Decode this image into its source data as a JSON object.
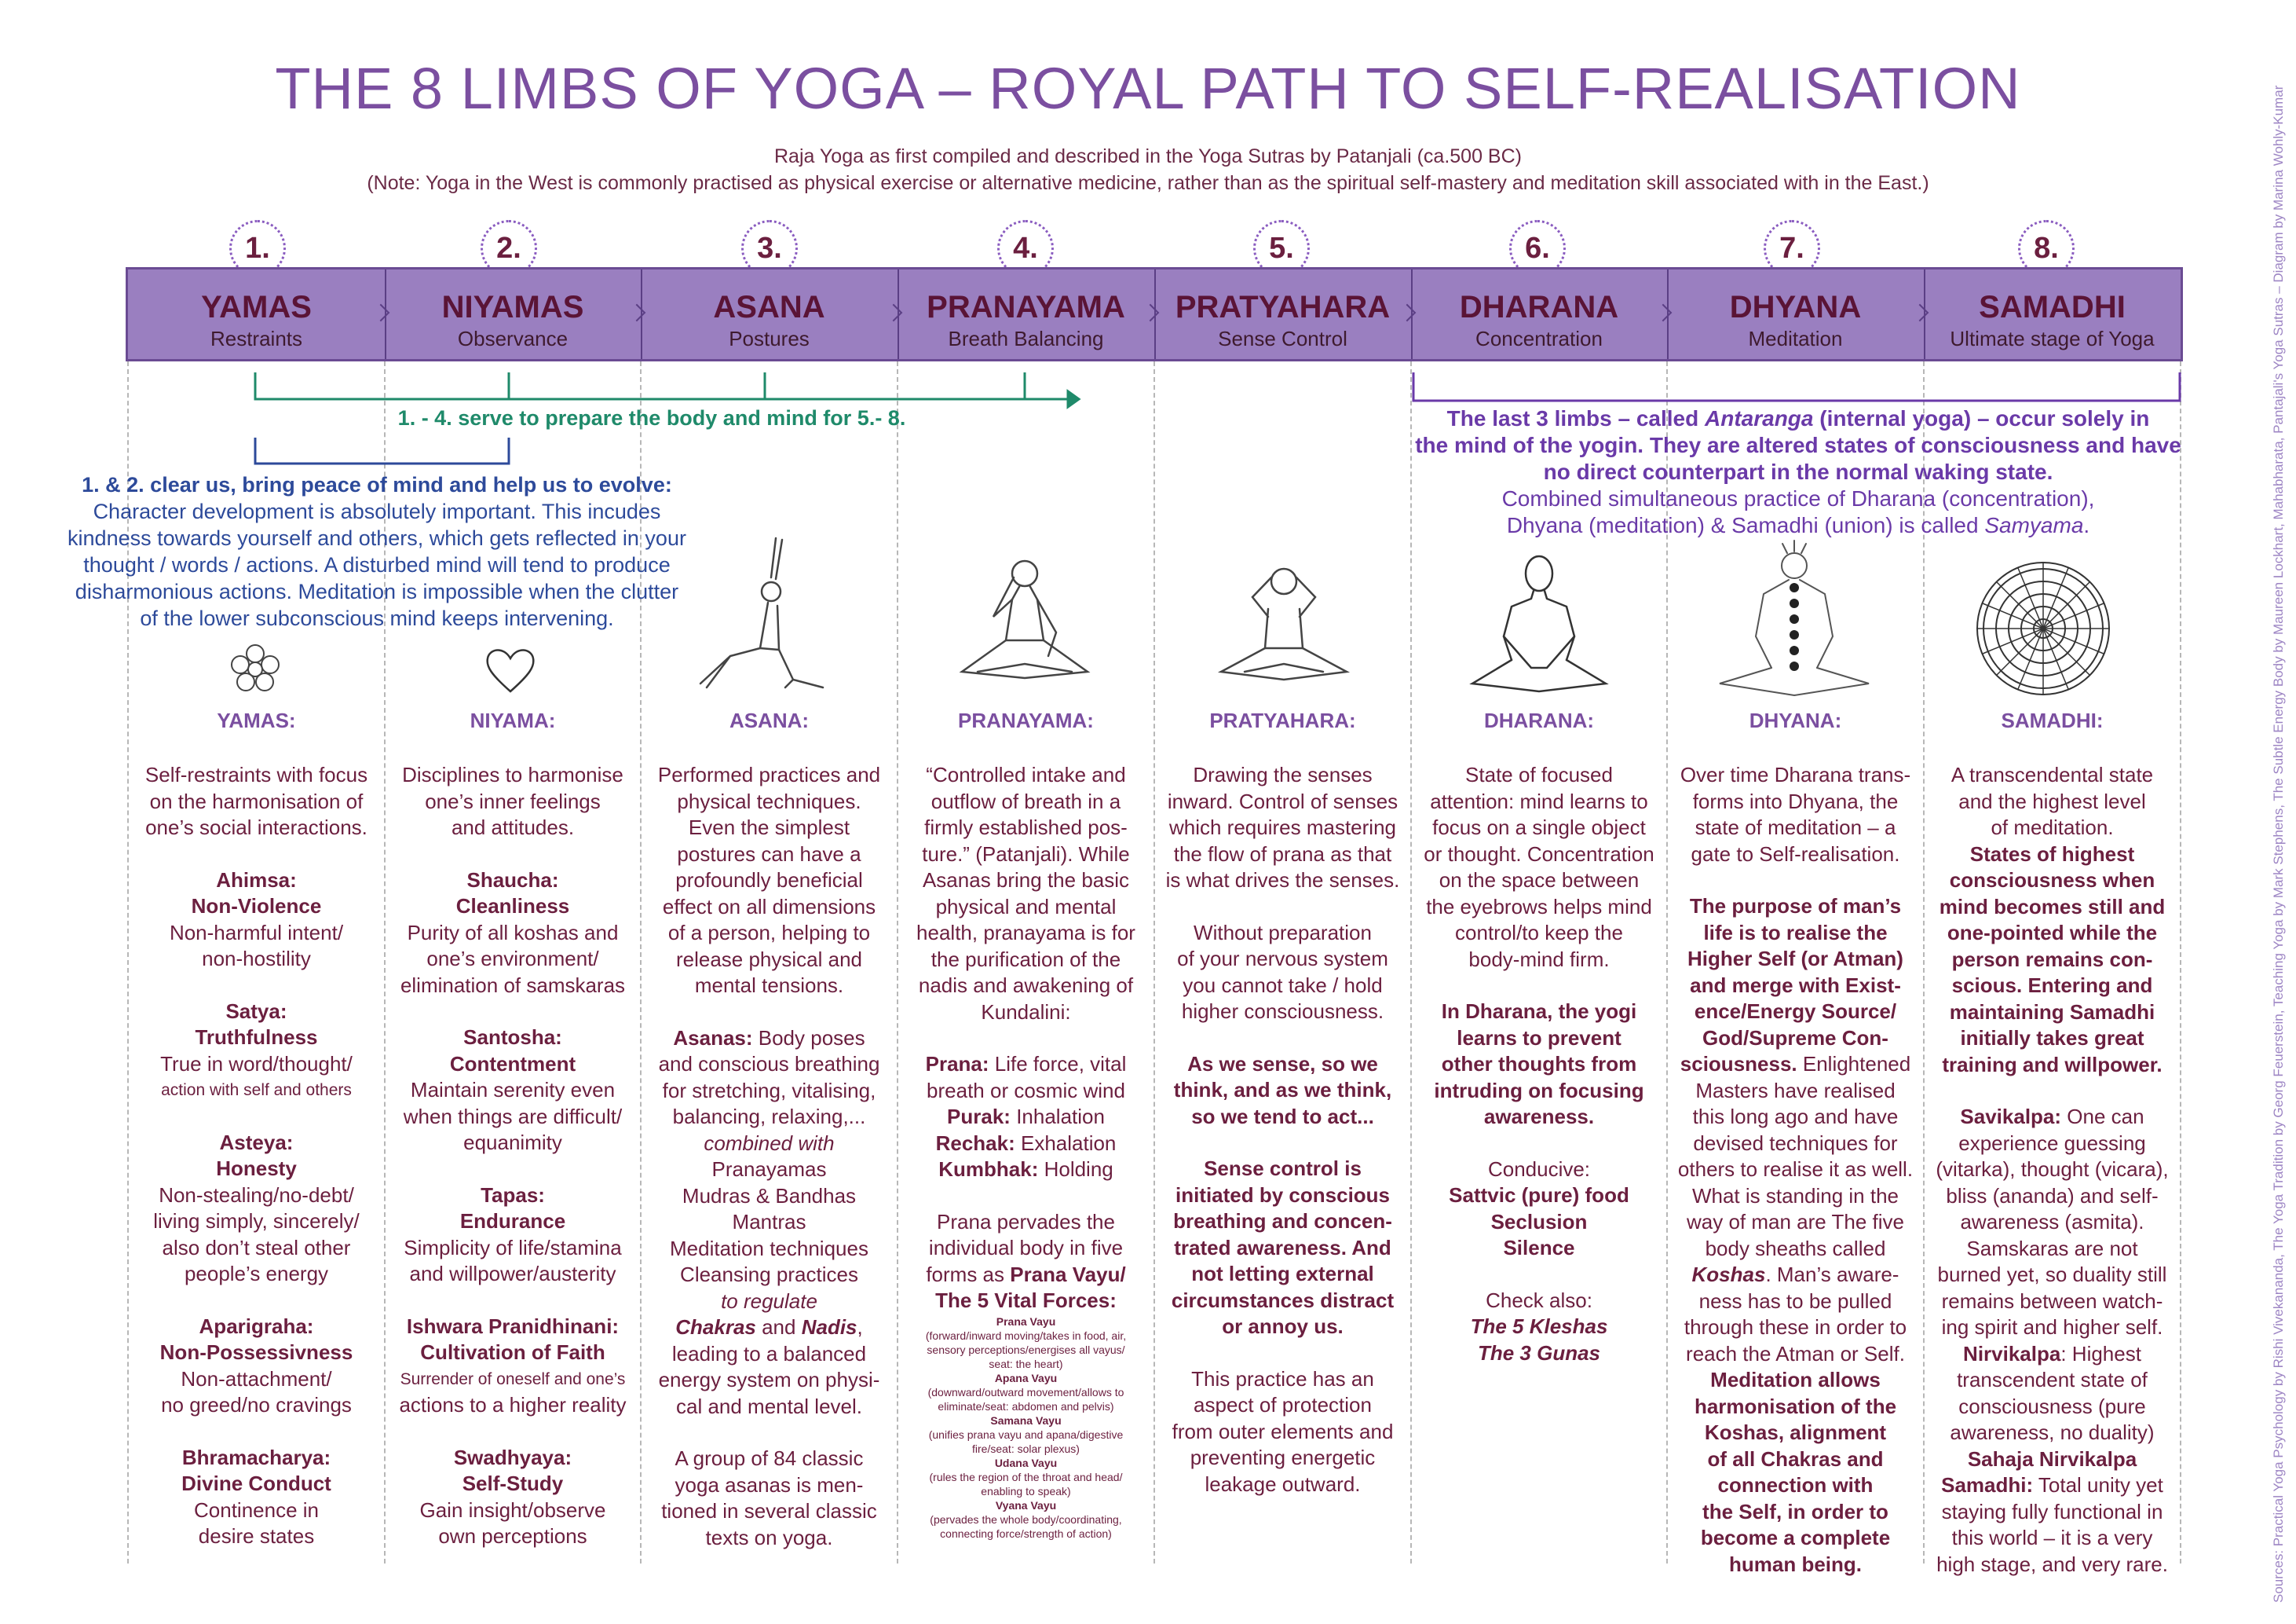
{
  "title": "THE 8 LIMBS OF YOGA – ROYAL PATH TO SELF-REALISATION",
  "subtitle_line1": "Raja Yoga as first compiled and described in the Yoga Sutras by Patanjali (ca.500 BC)",
  "subtitle_line2": "(Note: Yoga in the West is commonly practised as physical exercise or alternative medicine, rather than as the spiritual self-mastery and meditation skill associated with in the East.)",
  "colors": {
    "title": "#7b4fa0",
    "bar": "#9a7fc0",
    "bar_border": "#6a4b93",
    "text": "#6b1f3f",
    "blue_note": "#2d4a9a",
    "green_note": "#1f8a6a",
    "purple_note": "#6a3aa8"
  },
  "limbs": [
    {
      "num": "1.",
      "name": "YAMAS",
      "sub": "Restraints",
      "head": "YAMAS:",
      "icon": "flower-icon"
    },
    {
      "num": "2.",
      "name": "NIYAMAS",
      "sub": "Observance",
      "head": "NIYAMA:",
      "icon": "heart-icon"
    },
    {
      "num": "3.",
      "name": "ASANA",
      "sub": "Postures",
      "head": "ASANA:",
      "icon": "lunge-pose-icon"
    },
    {
      "num": "4.",
      "name": "PRANAYAMA",
      "sub": "Breath Balancing",
      "head": "PRANAYAMA:",
      "icon": "breathing-pose-icon"
    },
    {
      "num": "5.",
      "name": "PRATYAHARA",
      "sub": "Sense Control",
      "head": "PRATYAHARA:",
      "icon": "sense-withdrawal-pose-icon"
    },
    {
      "num": "6.",
      "name": "DHARANA",
      "sub": "Concentration",
      "head": "DHARANA:",
      "icon": "seated-meditator-icon"
    },
    {
      "num": "7.",
      "name": "DHYANA",
      "sub": "Meditation",
      "head": "DHYANA:",
      "icon": "chakra-meditator-icon"
    },
    {
      "num": "8.",
      "name": "SAMADHI",
      "sub": "Ultimate stage of Yoga",
      "head": "SAMADHI:",
      "icon": "mandala-icon"
    }
  ],
  "prep_note": "1. - 4. serve to prepare the body and mind for 5.- 8.",
  "note12": {
    "bold": "1. & 2. clear us, bring peace of mind and help us to evolve:",
    "lines": [
      "Character development is absolutely important. This incudes",
      "kindness towards yourself and others, which gets reflected in your",
      "thought / words / actions. A disturbed mind will tend to produce",
      "disharmonious actions. Meditation is impossible when the clutter",
      "of the lower subconscious mind keeps intervening."
    ]
  },
  "note678": {
    "l1a": "The last 3 limbs – called ",
    "l1i": "Antaranga",
    "l1b": " (internal yoga) – occur solely in",
    "l2": "the mind of the yogin. They are altered states of consciousness and have",
    "l3": "no direct counterpart in the normal waking state.",
    "l4": "Combined simultaneous practice of Dharana (concentration),",
    "l5a": "Dhyana (meditation) & Samadhi (union) is called ",
    "l5i": "Samyama",
    "l5b": "."
  },
  "yamas": {
    "intro": [
      "Self-restraints with focus",
      "on the harmonisation of",
      "one’s social interactions."
    ],
    "items": [
      {
        "t1": "Ahimsa:",
        "t2": "Non-Violence",
        "d": [
          "Non-harmful intent/",
          "non-hostility"
        ]
      },
      {
        "t1": "Satya:",
        "t2": "Truthfulness",
        "d": [
          "True in word/thought/"
        ],
        "dsm": "action with self and others"
      },
      {
        "t1": "Asteya:",
        "t2": "Honesty",
        "d": [
          "Non-stealing/no-debt/",
          "living simply, sincerely/",
          "also don’t steal other",
          "people’s energy"
        ]
      },
      {
        "t1": "Aparigraha:",
        "t2": "Non-Possessivness",
        "d": [
          "Non-attachment/",
          "no greed/no cravings"
        ]
      },
      {
        "t1": "Bhramacharya:",
        "t2": "Divine Conduct",
        "d": [
          "Continence in",
          "desire states"
        ]
      }
    ]
  },
  "niyamas": {
    "intro": [
      "Disciplines to harmonise",
      "one’s inner feelings",
      "and attitudes."
    ],
    "items": [
      {
        "t1": "Shaucha:",
        "t2": "Cleanliness",
        "d": [
          "Purity of all koshas and",
          "one’s environment/",
          "elimination of samskaras"
        ]
      },
      {
        "t1": "Santosha:",
        "t2": "Contentment",
        "d": [
          "Maintain serenity even",
          "when things are difficult/",
          "equanimity"
        ]
      },
      {
        "t1": "Tapas:",
        "t2": "Endurance",
        "d": [
          "Simplicity of life/stamina",
          "and willpower/austerity"
        ]
      },
      {
        "t1": "Ishwara Pranidhinani:",
        "t2": "Cultivation of Faith",
        "dsm1": "Surrender of oneself and one’s",
        "d": [
          "actions to a higher reality"
        ]
      },
      {
        "t1": "Swadhyaya:",
        "t2": "Self-Study",
        "d": [
          "Gain insight/observe",
          "own perceptions"
        ]
      }
    ]
  },
  "asana": {
    "intro": [
      "Performed practices and",
      "physical techniques.",
      "Even the simplest",
      "postures can have a",
      "profoundly beneficial",
      "effect on all dimensions",
      "of a person, helping to",
      "release physical and",
      "mental tensions."
    ],
    "asanas_label": "Asanas:",
    "asanas_rest": " Body poses",
    "lines2": [
      "and conscious breathing",
      "for stretching, vitalising,",
      "balancing, relaxing,..."
    ],
    "combined": "combined with",
    "list": [
      "Pranayamas",
      "Mudras & Bandhas",
      "Mantras",
      "Meditation techniques",
      "Cleansing practices"
    ],
    "regulate": "to regulate",
    "chakras": "Chakras",
    "and": " and ",
    "nadis": "Nadis",
    "comma": ",",
    "lines3": [
      "leading to a balanced",
      "energy system on physi-",
      "cal and mental level."
    ],
    "lines4": [
      "A group of 84 classic",
      "yoga asanas is men-",
      "tioned in several classic",
      "texts on yoga."
    ]
  },
  "pranayama": {
    "intro": [
      "“Controlled intake and",
      "outflow of breath in a",
      "firmly established pos-",
      "ture.” (Patanjali). While",
      "Asanas bring the basic",
      "physical and mental",
      "health, pranayama is for",
      "the purification of the",
      "nadis and awakening of",
      "Kundalini:"
    ],
    "prana_b": "Prana:",
    "prana_r": " Life force, vital",
    "prana_2": "breath or cosmic wind",
    "purak_b": "Purak:",
    "purak_r": " Inhalation",
    "rechak_b": "Rechak:",
    "rechak_r": " Exhalation",
    "kumbhak_b": "Kumbhak:",
    "kumbhak_r": " Holding",
    "pervades": [
      "Prana pervades the",
      "individual body in five"
    ],
    "forms_r": "forms as ",
    "forms_b": "Prana Vayu/",
    "vital": "The 5 Vital Forces:",
    "vayus": [
      {
        "n": "Prana Vayu",
        "d": [
          "(forward/inward moving/takes in food, air,",
          "sensory perceptions/energises all vayus/",
          "seat: the heart)"
        ]
      },
      {
        "n": "Apana Vayu",
        "d": [
          "(downward/outward movement/allows to",
          "eliminate/seat: abdomen and pelvis)"
        ]
      },
      {
        "n": "Samana Vayu",
        "d": [
          "(unifies prana vayu and apana/digestive",
          "fire/seat: solar plexus)"
        ]
      },
      {
        "n": "Udana Vayu",
        "d": [
          "(rules the region of the throat and head/",
          "enabling to speak)"
        ]
      },
      {
        "n": "Vyana Vayu",
        "d": [
          "(pervades the whole body/coordinating,",
          "connecting force/strength of action)"
        ]
      }
    ]
  },
  "pratyahara": {
    "intro": [
      "Drawing the senses",
      "inward. Control of senses",
      "which requires mastering",
      "the flow of prana as that",
      "is what drives the senses."
    ],
    "p2": [
      "Without preparation",
      "of your nervous system",
      "you cannot take / hold",
      "higher consciousness."
    ],
    "p3": [
      "As we sense, so we",
      "think, and as we think,",
      "so we tend to act..."
    ],
    "p4": [
      "Sense control is",
      "initiated by conscious",
      "breathing and concen-",
      "trated awareness. And",
      "not letting external",
      "circumstances distract",
      "or annoy us."
    ],
    "p5": [
      "This practice has an",
      "aspect of protection",
      "from outer elements and",
      "preventing energetic",
      "leakage outward."
    ]
  },
  "dharana": {
    "intro": [
      "State of focused",
      "attention: mind learns to",
      "focus on a single object",
      "or thought. Concentration",
      "on the space between",
      "the eyebrows helps mind",
      "control/to keep the",
      "body-mind firm."
    ],
    "p2": [
      "In Dharana, the yogi",
      "learns to prevent",
      "other thoughts from",
      "intruding on focusing",
      "awareness."
    ],
    "conducive": "Conducive:",
    "conducive_list": [
      "Sattvic (pure) food",
      "Seclusion",
      "Silence"
    ],
    "check": "Check also:",
    "check_list": [
      "The 5 Kleshas",
      "The 3 Gunas"
    ]
  },
  "dhyana": {
    "intro": [
      "Over time Dharana trans-",
      "forms into Dhyana, the",
      "state of meditation – a",
      "gate to Self-realisation."
    ],
    "p2b": [
      "The purpose of man’s",
      "life is to realise the",
      "Higher Self (or Atman)",
      "and merge with Exist-",
      "ence/Energy Source/",
      "God/Supreme Con-"
    ],
    "p2last_b": "sciousness.",
    "p2last_r": " Enlightened",
    "p3": [
      "Masters have realised",
      "this long ago and have",
      "devised techniques for",
      "others to realise it as well.",
      "What is standing in the",
      "way of man are The five",
      "body sheaths called"
    ],
    "koshas": "Koshas",
    "koshas_r": ". Man’s aware-",
    "p4": [
      "ness has to be pulled",
      "through these in order to",
      "reach the Atman or Self."
    ],
    "p5b": [
      "Meditation allows",
      "harmonisation of the",
      "Koshas, alignment",
      "of all Chakras and",
      "connection with",
      "the Self, in order to",
      "become a complete",
      "human being."
    ]
  },
  "samadhi": {
    "intro": [
      "A transcendental state",
      "and the highest level",
      "of meditation."
    ],
    "p2b": [
      "States of highest",
      "consciousness when",
      "mind becomes still and",
      "one-pointed while the",
      "person remains con-",
      "scious. Entering and",
      "maintaining Samadhi",
      "initially takes great",
      "training and willpower."
    ],
    "savi_b": "Savikalpa:",
    "savi_r": " One can",
    "p3": [
      "experience guessing",
      "(vitarka), thought (vicara),",
      "bliss (ananda) and self-",
      "awareness (asmita).",
      "Samskaras are not",
      "burned yet, so duality still",
      "remains between watch-",
      "ing spirit and higher self."
    ],
    "nirvi_b": "Nirvikalpa",
    "nirvi_r": ": Highest",
    "p4": [
      "transcendent state of",
      "consciousness (pure",
      "awareness, no duality)"
    ],
    "sahaja": "Sahaja Nirvikalpa",
    "samadhi_b": "Samadhi:",
    "samadhi_r": " Total unity yet",
    "p5": [
      "staying fully functional in",
      "this world – it is a very",
      "high stage, and very rare."
    ]
  },
  "sources": "Sources: Practical Yoga Psychology by Rishi Vivekananda, The Yoga Tradition by Georg Feuerstein, Teaching Yoga by Mark Stephens, The Subtle Energy Body by Maureen Lockhart, Mahabharata, Pantajali's Yoga Sutras – Diagram by Marina Wohly-Kumar"
}
